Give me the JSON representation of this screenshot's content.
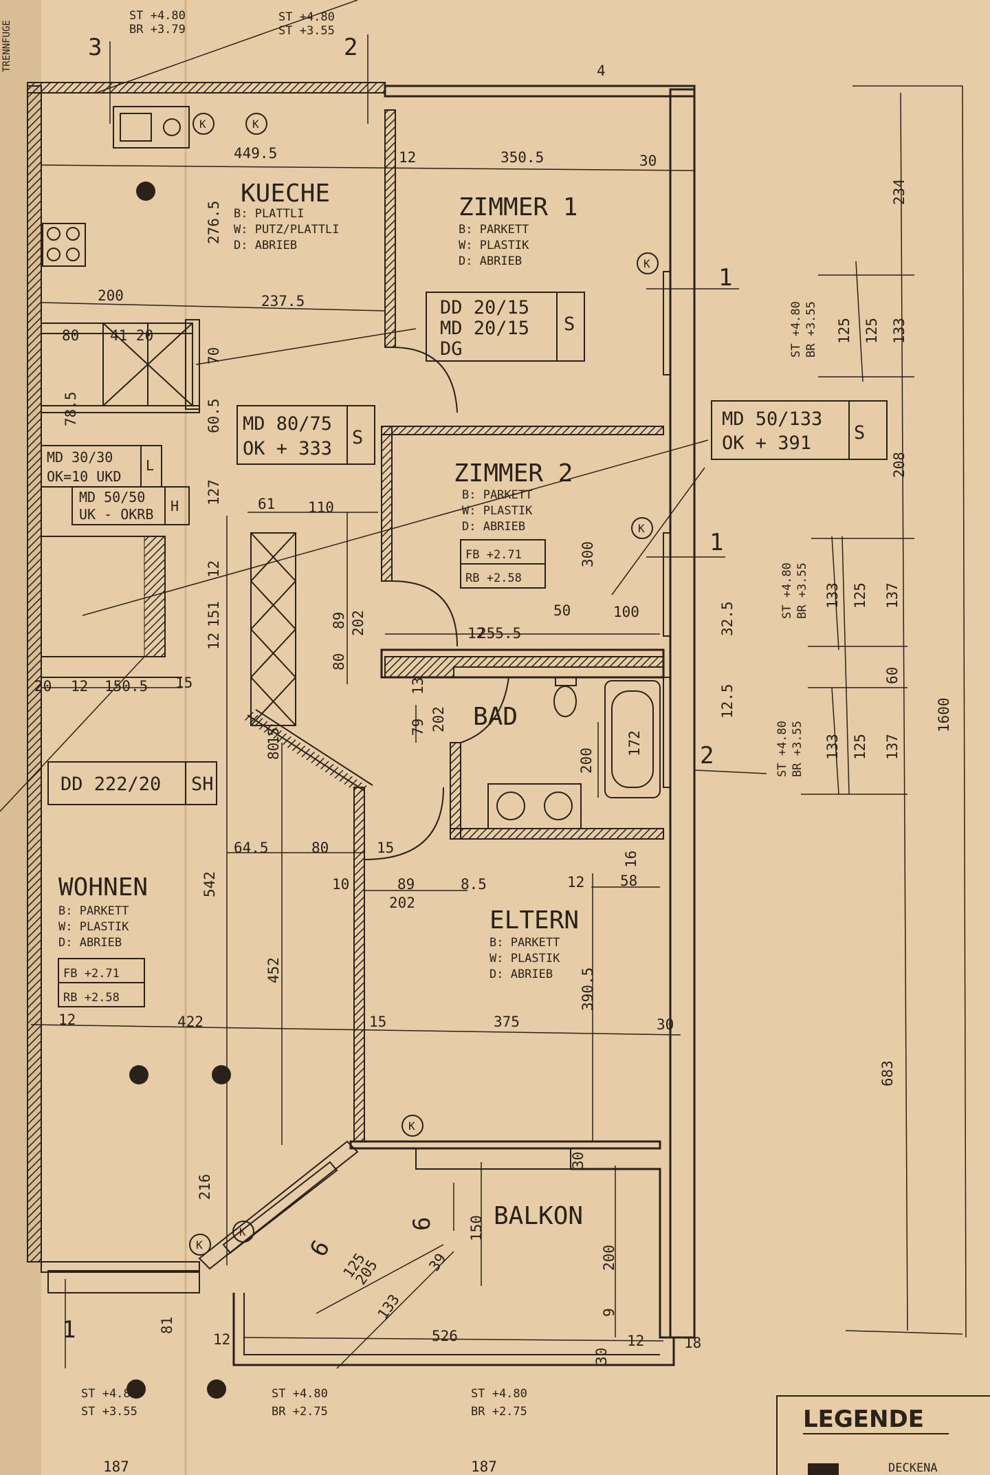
{
  "rooms": {
    "kueche": {
      "name": "KUECHE",
      "b": "B: PLATTLI",
      "w": "W: PUTZ/PLATTLI",
      "d": "D: ABRIEB"
    },
    "zimmer1": {
      "name": "ZIMMER 1",
      "b": "B: PARKETT",
      "w": "W: PLASTIK",
      "d": "D: ABRIEB"
    },
    "zimmer2": {
      "name": "ZIMMER 2",
      "b": "B: PARKETT",
      "w": "W: PLASTIK",
      "d": "D: ABRIEB",
      "fb": "FB +2.71",
      "rb": "RB +2.58"
    },
    "bad": {
      "name": "BAD"
    },
    "wohnen": {
      "name": "WOHNEN",
      "b": "B: PARKETT",
      "w": "W: PLASTIK",
      "d": "D: ABRIEB",
      "fb": "FB +2.71",
      "rb": "RB +2.58"
    },
    "eltern": {
      "name": "ELTERN",
      "b": "B: PARKETT",
      "w": "W: PLASTIK",
      "d": "D: ABRIEB"
    },
    "balkon": {
      "name": "BALKON"
    }
  },
  "openings": {
    "dd20": {
      "l1": "DD 20/15",
      "l2": "MD 20/15",
      "l3": "DG",
      "tag": "S"
    },
    "md80": {
      "l1": "MD 80/75",
      "l2": "OK + 333",
      "tag": "S"
    },
    "md50_133": {
      "l1": "MD 50/133",
      "l2": "OK + 391",
      "tag": "S"
    },
    "md30": {
      "l1": "MD 30/30",
      "l2": "OK=10 UKD",
      "tag": "L"
    },
    "md50_50": {
      "l1": "MD 50/50",
      "l2": "UK - OKRB",
      "tag": "H"
    },
    "dd222": {
      "l1": "DD 222/20",
      "tag": "SH"
    }
  },
  "levels": {
    "top_left": {
      "st": "ST +4.80",
      "br": "BR +3.79"
    },
    "top_mid": {
      "st": "ST +4.80",
      "st2": "ST +3.55"
    },
    "bot_left": {
      "st": "ST +4.8",
      "st2": "ST +3.55"
    },
    "bot_mid": {
      "st": "ST +4.80",
      "br": "BR +2.75"
    },
    "bot_right": {
      "st": "ST +4.80",
      "br": "BR +2.75"
    },
    "right_1": {
      "st": "ST +4.80",
      "br": "BR +3.55"
    },
    "right_2": {
      "st": "ST +4.80",
      "br": "BR +3.55"
    },
    "right_3": {
      "st": "ST +4.80",
      "br": "BR +3.55"
    }
  },
  "section_marks": {
    "s3": "3",
    "s2": "2",
    "s1a": "1",
    "s1b": "1",
    "s2b": "2",
    "s1c": "1",
    "s6a": "6",
    "s6b": "6"
  },
  "trennfuge": "TRENNFUGE",
  "dimensions": {
    "d4495": "449.5",
    "d3505": "350.5",
    "d2765": "276.5",
    "d200": "200",
    "d2375": "237.5",
    "d80": "80",
    "d4120": "41 20",
    "d70": "70",
    "d785": "78.5",
    "d605": "60.5",
    "d127": "127",
    "d12a": "12",
    "d151": "151",
    "d12b": "12",
    "d61": "61",
    "d110": "110",
    "d89a": "89",
    "d202a": "202",
    "d80a": "80",
    "d1505": "150.5",
    "d12c": "12",
    "d20": "20",
    "d300": "300",
    "d50": "50",
    "d100": "100",
    "d2555": "255.5",
    "d325": "32.5",
    "d79": "79",
    "d202b": "202",
    "d13": "13",
    "d200b": "200",
    "d172": "172",
    "d125": "12.5",
    "d645": "64.5",
    "d80b": "80",
    "d15a": "15",
    "d10": "10",
    "d89b": "89",
    "d202c": "202",
    "d85": "8.5",
    "d12d": "12",
    "d58": "58",
    "d16": "16",
    "d3905": "390.5",
    "d542": "542",
    "d452": "452",
    "d422": "422",
    "d12e": "12",
    "d375": "375",
    "d15b": "15",
    "d30a": "30",
    "d216": "216",
    "d150": "150",
    "d205": "205",
    "d125b": "125",
    "d133": "133",
    "d39": "39",
    "d526": "526",
    "d200c": "200",
    "d9": "9",
    "d81": "81",
    "d18": "18",
    "d12f": "12",
    "d12g": "12",
    "d187a": "187",
    "d187b": "187",
    "d15c": "15",
    "d30b": "30",
    "d30c": "30",
    "d80c": "80",
    "d15d": "15",
    "d1600": "1600",
    "d683": "683",
    "d234": "234",
    "d125c": "125",
    "d125d": "125",
    "d133b": "133",
    "d208": "208",
    "d133c": "133",
    "d125e": "125",
    "d137": "137",
    "d60": "60",
    "d133d": "133",
    "d125f": "125",
    "d137b": "137",
    "d4": "4",
    "d30d": "30",
    "d12h": "12"
  },
  "legend": {
    "title": "LEGENDE",
    "sub": "DECKENA"
  }
}
